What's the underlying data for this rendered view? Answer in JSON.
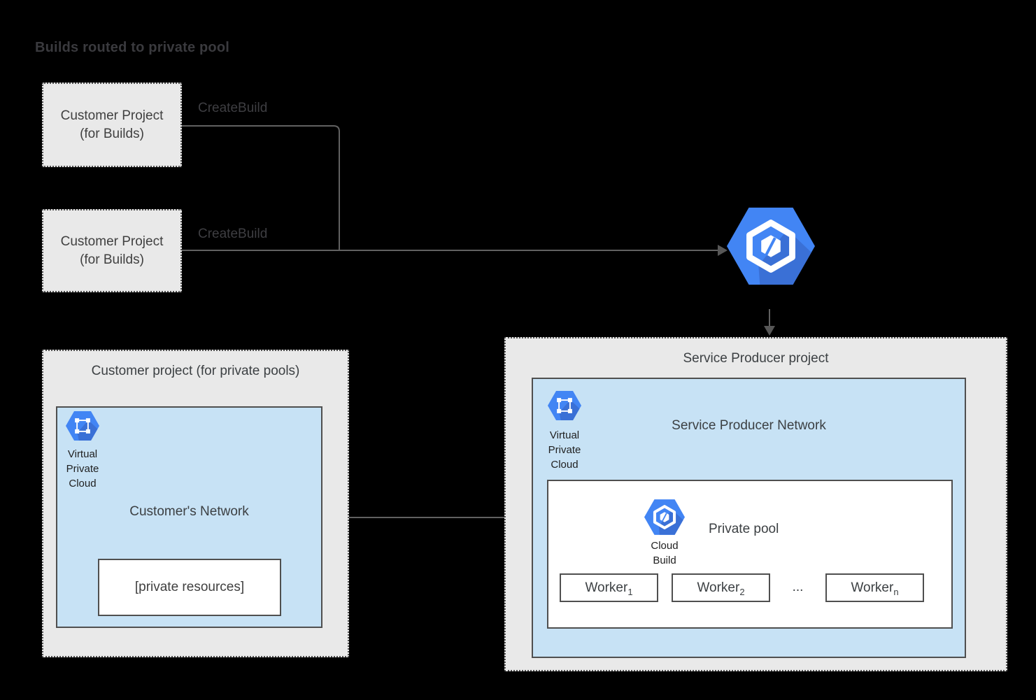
{
  "title": "Builds routed to private pool",
  "colors": {
    "background": "#000000",
    "project_box_fill": "#e9e9e9",
    "network_fill": "#c7e2f5",
    "box_border": "#4f4f4f",
    "connector_line": "#616161",
    "icon_blue": "#4285f4",
    "icon_blue_shadow": "#3a70d6",
    "text_dark": "#3c4043",
    "text_on_black": "#3e3e42"
  },
  "icons": {
    "cloud_build": "cloud-build-icon",
    "virtual_private_cloud": "vpc-icon"
  },
  "build_flow": {
    "project1": {
      "label": "Customer Project\n(for Builds)",
      "connector_label": "CreateBuild"
    },
    "project2": {
      "label": "Customer Project\n(for Builds)",
      "connector_label": "CreateBuild"
    }
  },
  "customer_pool_project": {
    "title": "Customer project (for private pools)",
    "network": {
      "title": "Customer's Network",
      "vpc_caption": "Virtual\nPrivate\nCloud",
      "private_resources_label": "[private resources]"
    }
  },
  "service_producer_project": {
    "title": "Service Producer project",
    "network": {
      "title": "Service Producer Network",
      "vpc_caption": "Virtual\nPrivate\nCloud",
      "private_pool": {
        "title": "Private pool",
        "cloud_build_caption": "Cloud\nBuild",
        "workers": [
          {
            "name": "Worker",
            "subscript": "1"
          },
          {
            "name": "Worker",
            "subscript": "2"
          },
          {
            "name": "Worker",
            "subscript": "n"
          }
        ],
        "ellipsis": "..."
      }
    }
  }
}
